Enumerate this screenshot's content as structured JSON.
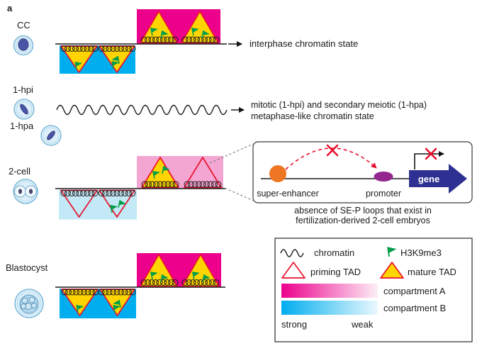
{
  "panel": {
    "label": "a"
  },
  "stages": {
    "cc": "CC",
    "hpi": "1-hpi",
    "hpa": "1-hpa",
    "two_cell": "2-cell",
    "blastocyst": "Blastocyst"
  },
  "annotations": {
    "interphase": "interphase chromatin state",
    "metaphase_line1": "mitotic (1-hpi) and secondary meiotic (1-hpa)",
    "metaphase_line2": "metaphase-like chromatin state",
    "inset_caption_line1": "absence of SE-P loops that exist in",
    "inset_caption_line2": "fertilization-derived 2-cell embryos"
  },
  "inset": {
    "super_enhancer": "super-enhancer",
    "promoter": "promoter",
    "gene": "gene"
  },
  "legend": {
    "chromatin": "chromatin",
    "h3k9me3": "H3K9me3",
    "priming_tad": "priming TAD",
    "mature_tad": "mature TAD",
    "compartment_a": "compartment A",
    "compartment_b": "compartment B",
    "strong": "strong",
    "weak": "weak"
  },
  "colors": {
    "compartment_a_strong": "#ec008c",
    "compartment_a_weak": "#f4a6d2",
    "compartment_a_faint": "#fdeef7",
    "compartment_b_strong": "#00aeef",
    "compartment_b_weak": "#c3e9f6",
    "compartment_b_faint": "#eaf8fd",
    "mature_tad_yellow": "#ffd400",
    "tad_outline_red": "#e8112d",
    "h3k9me3_green": "#009e49",
    "super_enhancer_orange": "#ee7623",
    "promoter_purple": "#93268f",
    "gene_blue": "#2e3192"
  }
}
